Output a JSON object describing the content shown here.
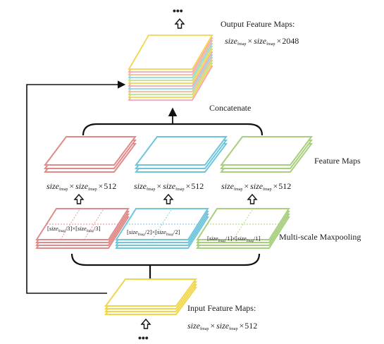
{
  "labels": {
    "output_title": "Output Feature Maps:",
    "concatenate": "Concatenate",
    "feature_maps": "Feature Maps",
    "multiscale": "Multi-scale Maxpooling",
    "input_title": "Input Feature Maps:",
    "ellipsis": "•••"
  },
  "formula": {
    "size_word": "size",
    "sub": "fmap",
    "times": "×"
  },
  "dims": {
    "output": "2048",
    "branch": "512",
    "input": "512"
  },
  "pool_labels": {
    "left": {
      "left": "size",
      "sub": "fmap",
      "div": "/3"
    },
    "middle": {
      "left": "size",
      "sub": "fmap",
      "div": "/2"
    },
    "right": {
      "left": "size",
      "sub": "fmap",
      "div": "/1"
    }
  },
  "colors": {
    "red": "#e08a8a",
    "blue": "#6fc6dc",
    "green": "#a8cf7e",
    "yellow": "#f2d64a",
    "pink": "#f3a6b6",
    "orange": "#f6b98a",
    "cyan": "#8fd6e2",
    "lime": "#bde08e",
    "line": "#111111"
  },
  "icons": [
    "up-arrow-icon",
    "ellipsis-icon"
  ]
}
